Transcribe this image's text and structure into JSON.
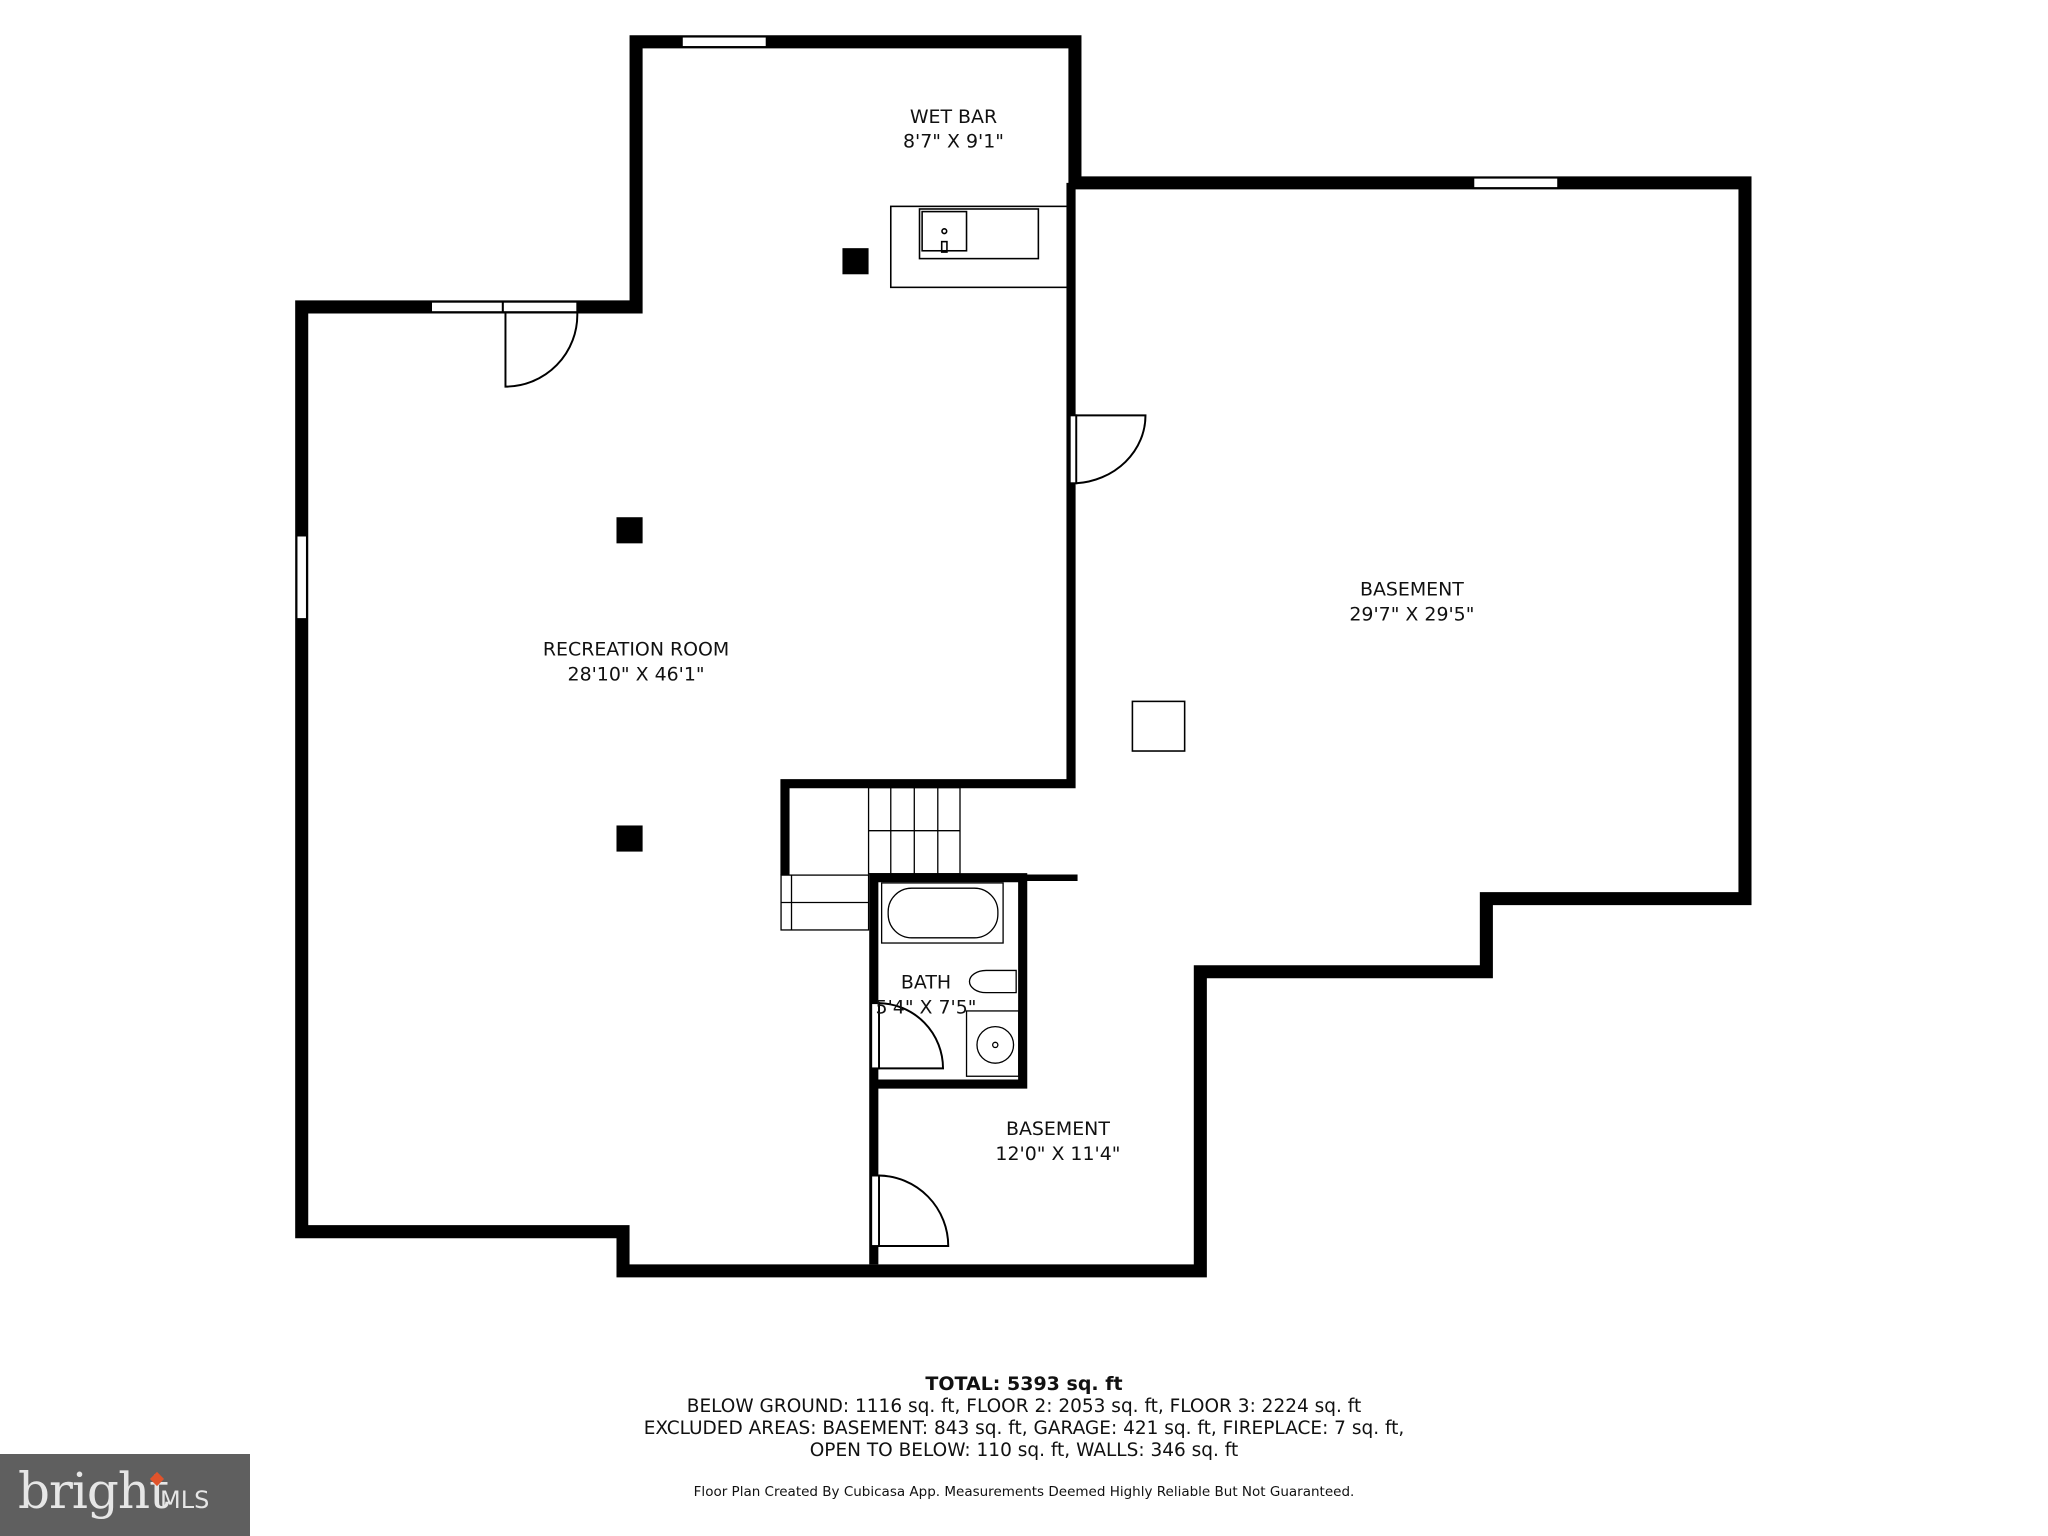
{
  "rooms": {
    "wet_bar": {
      "name": "WET BAR",
      "size": "8'7\" X 9'1\""
    },
    "recreation_room": {
      "name": "RECREATION ROOM",
      "size": "28'10\" X 46'1\""
    },
    "basement_main": {
      "name": "BASEMENT",
      "size": "29'7\" X 29'5\""
    },
    "bath": {
      "name": "BATH",
      "size": "5'4\" X 7'5\""
    },
    "basement_small": {
      "name": "BASEMENT",
      "size": "12'0\" X 11'4\""
    }
  },
  "footer": {
    "total": "TOTAL: 5393 sq. ft",
    "line1": "BELOW GROUND: 1116 sq. ft, FLOOR 2: 2053 sq. ft, FLOOR 3: 2224 sq. ft",
    "line2": "EXCLUDED AREAS: BASEMENT: 843 sq. ft, GARAGE: 421 sq. ft, FIREPLACE: 7 sq. ft,",
    "line3": "OPEN TO BELOW: 110 sq. ft, WALLS: 346 sq. ft",
    "disclaimer": "Floor Plan Created By Cubicasa App. Measurements Deemed Highly Reliable But Not Guaranteed."
  },
  "logo": {
    "text": "bright",
    "suffix": "MLS",
    "bg_color": "#5f5f5f",
    "accent_color": "#e0532b"
  },
  "colors": {
    "wall": "#000000",
    "background": "#ffffff"
  }
}
